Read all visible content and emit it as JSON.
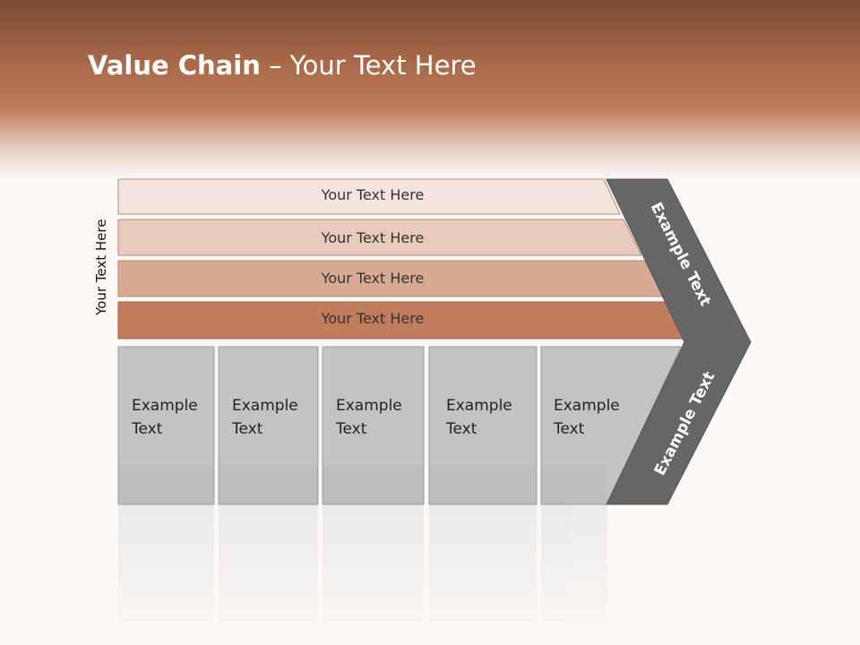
{
  "title": {
    "bold": "Value Chain",
    "rest": " – Your Text Here"
  },
  "side_label": "Your Text Here",
  "bars": [
    {
      "label": "Your Text Here",
      "color": "#f3e4de"
    },
    {
      "label": "Your Text Here",
      "color": "#e8cbbd"
    },
    {
      "label": "Your Text Here",
      "color": "#d8aa93"
    },
    {
      "label": "Your Text Here",
      "color": "#c07c5d"
    }
  ],
  "boxes": [
    {
      "line1": "Example",
      "line2": "Text"
    },
    {
      "line1": "Example",
      "line2": "Text"
    },
    {
      "line1": "Example",
      "line2": "Text"
    },
    {
      "line1": "Example",
      "line2": "Text"
    },
    {
      "line1": "Example",
      "line2": "Text"
    }
  ],
  "chevrons": {
    "upper": "Example Text",
    "lower": "Example Text"
  },
  "colors": {
    "header": "#b06f50",
    "box_fill": "#c3c3c3",
    "chevron_fill": "#666666"
  }
}
